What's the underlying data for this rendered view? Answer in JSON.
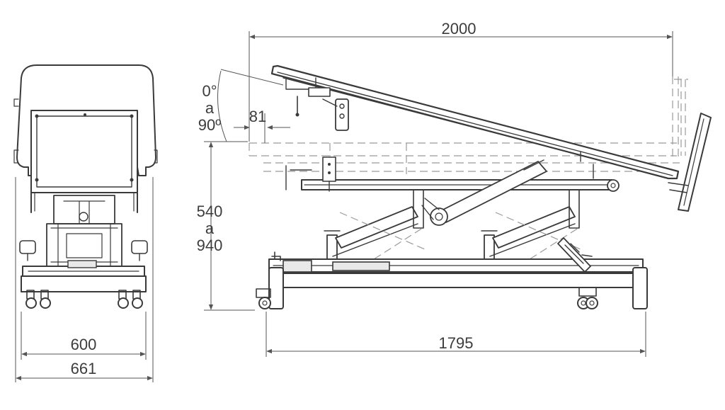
{
  "colors": {
    "line": "#3a3a3a",
    "dashed": "#9a9a9a",
    "dimension": "#555555"
  },
  "front_view": {
    "width_inner": "600",
    "width_outer": "661"
  },
  "side_view": {
    "length_total": "2000",
    "wheelbase": "1795",
    "backrest_offset": "81",
    "backrest_angle_lines": [
      "0°",
      "a",
      "90º"
    ],
    "height_range_lines": [
      "540",
      "a",
      "940"
    ]
  }
}
